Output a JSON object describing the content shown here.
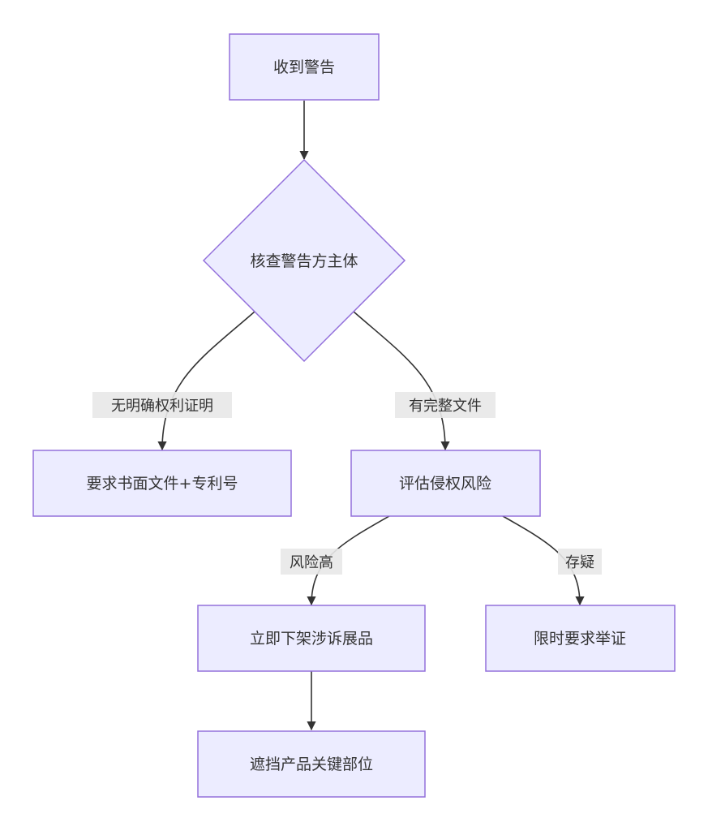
{
  "diagram": {
    "nodes": {
      "receive_warning": "收到警告",
      "verify_sender": "核查警告方主体",
      "request_docs": "要求书面文件+专利号",
      "assess_risk": "评估侵权风险",
      "take_down": "立即下架涉诉展品",
      "request_evidence": "限时要求举证",
      "cover_product": "遮挡产品关键部位"
    },
    "edge_labels": {
      "no_proof": "无明确权利证明",
      "full_docs": "有完整文件",
      "high_risk": "风险高",
      "doubtful": "存疑"
    }
  }
}
